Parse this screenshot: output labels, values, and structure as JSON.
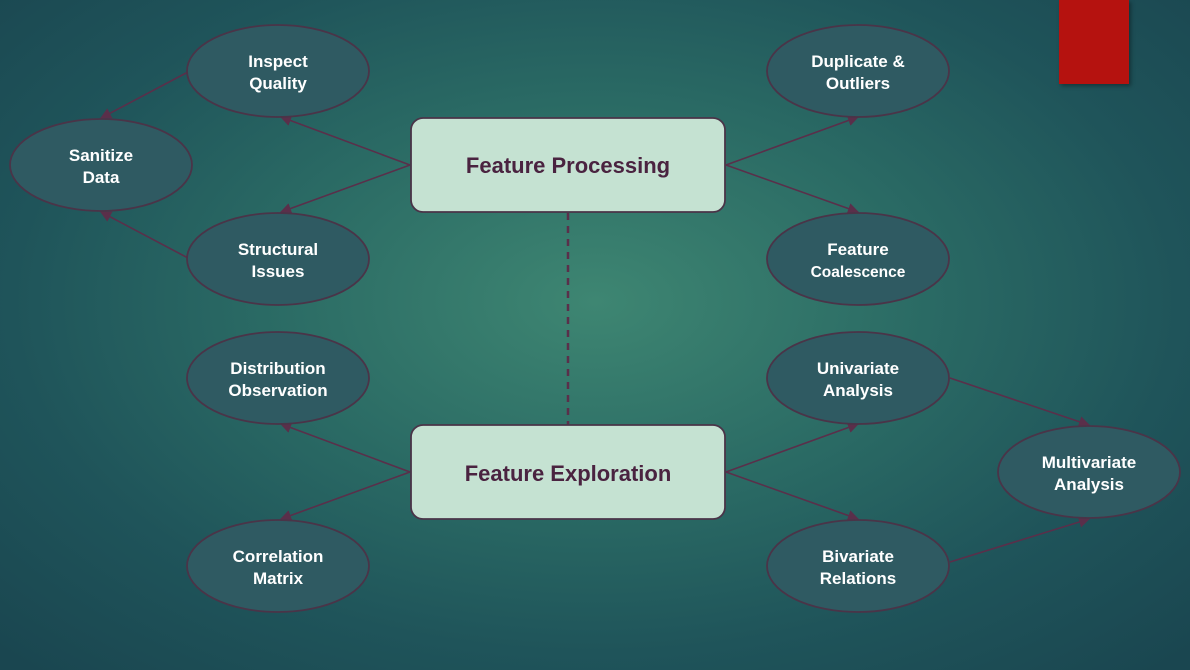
{
  "colors": {
    "accent_red": "#b5120f",
    "box_fill": "#c5e2d2",
    "box_text": "#4a2340",
    "ellipse_fill": "#2f5a62",
    "ellipse_stroke": "#4a3448",
    "connector": "#5a2f4a",
    "ellipse_text": "#ffffff"
  },
  "center_nodes": {
    "processing": "Feature Processing",
    "exploration": "Feature Exploration"
  },
  "nodes": {
    "inspect_quality": [
      "Inspect",
      "Quality"
    ],
    "sanitize_data": [
      "Sanitize",
      "Data"
    ],
    "structural_issues": [
      "Structural",
      "Issues"
    ],
    "duplicate_outliers": [
      "Duplicate &",
      "Outliers"
    ],
    "feature_coalescence": [
      "Feature",
      "Coalescence"
    ],
    "distribution_observation": [
      "Distribution",
      "Observation"
    ],
    "correlation_matrix": [
      "Correlation",
      "Matrix"
    ],
    "univariate_analysis": [
      "Univariate",
      "Analysis"
    ],
    "multivariate_analysis": [
      "Multivariate",
      "Analysis"
    ],
    "bivariate_relations": [
      "Bivariate",
      "Relations"
    ]
  }
}
